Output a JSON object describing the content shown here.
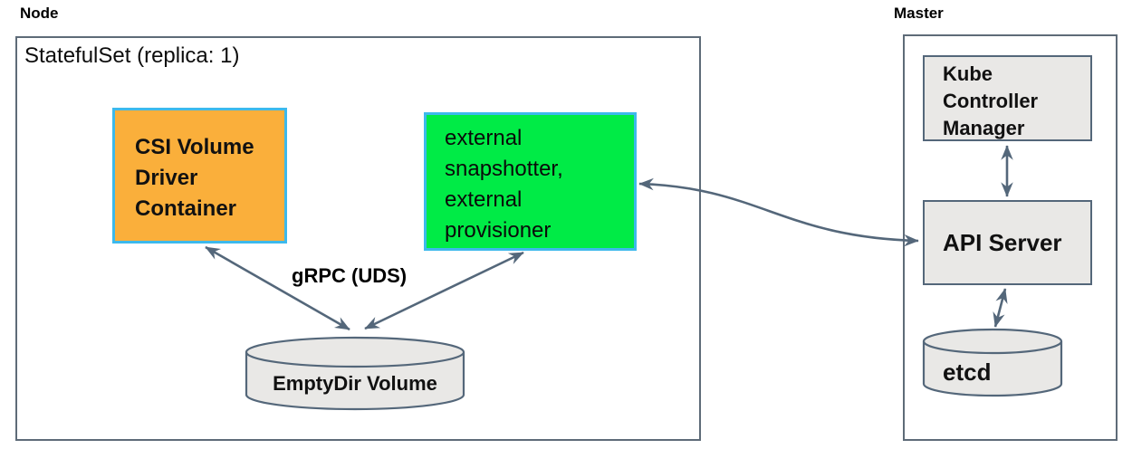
{
  "node": {
    "label": "Node",
    "statefulset": {
      "title": "StatefulSet (replica: 1)"
    },
    "csi_box": {
      "lines": [
        "CSI Volume",
        "Driver",
        "Container"
      ]
    },
    "external_box": {
      "lines": [
        "external",
        "snapshotter,",
        "external",
        "provisioner"
      ]
    },
    "grpc_label": "gRPC (UDS)",
    "emptydir": {
      "label": "EmptyDir Volume"
    }
  },
  "master": {
    "label": "Master",
    "kcm_box": {
      "lines": [
        "Kube",
        "Controller",
        "Manager"
      ]
    },
    "api_server": {
      "label": "API Server"
    },
    "etcd": {
      "label": "etcd"
    }
  },
  "colors": {
    "orange_fill": "#faaf3b",
    "green_fill": "#00eb46",
    "cyan_border": "#3db9ec",
    "gray_fill": "#e9e8e6",
    "line_slate": "#54677a",
    "outer_border": "#5e6b78",
    "text": "#0d0d0d"
  }
}
